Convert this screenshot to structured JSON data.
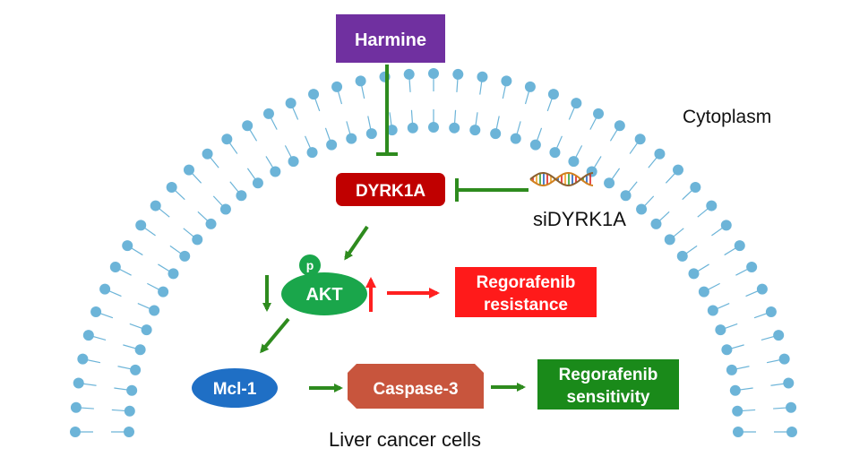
{
  "nodes": {
    "harmine": "Harmine",
    "dyrk1a": "DYRK1A",
    "sidyrk1a": "siDYRK1A",
    "akt": "AKT",
    "phospho": "p",
    "mcl1": "Mcl-1",
    "caspase3": "Caspase-3",
    "regorafenib_resistance": [
      "Regorafenib",
      "resistance"
    ],
    "regorafenib_sensitivity": [
      "Regorafenib",
      "sensitivity"
    ]
  },
  "labels": {
    "cytoplasm": "Cytoplasm",
    "cells": "Liver cancer cells"
  },
  "colors": {
    "harmine": "#7030a0",
    "dyrk1a": "#c00000",
    "akt": "#1aa64b",
    "mcl1": "#1f6fc5",
    "caspase3": "#c8553d",
    "resistance": "#ff1a1a",
    "sensitivity": "#1a8a1a",
    "arrow_green": "#2e8b1e",
    "arrow_red": "#ff2020",
    "membrane": "#6cb4d8"
  }
}
